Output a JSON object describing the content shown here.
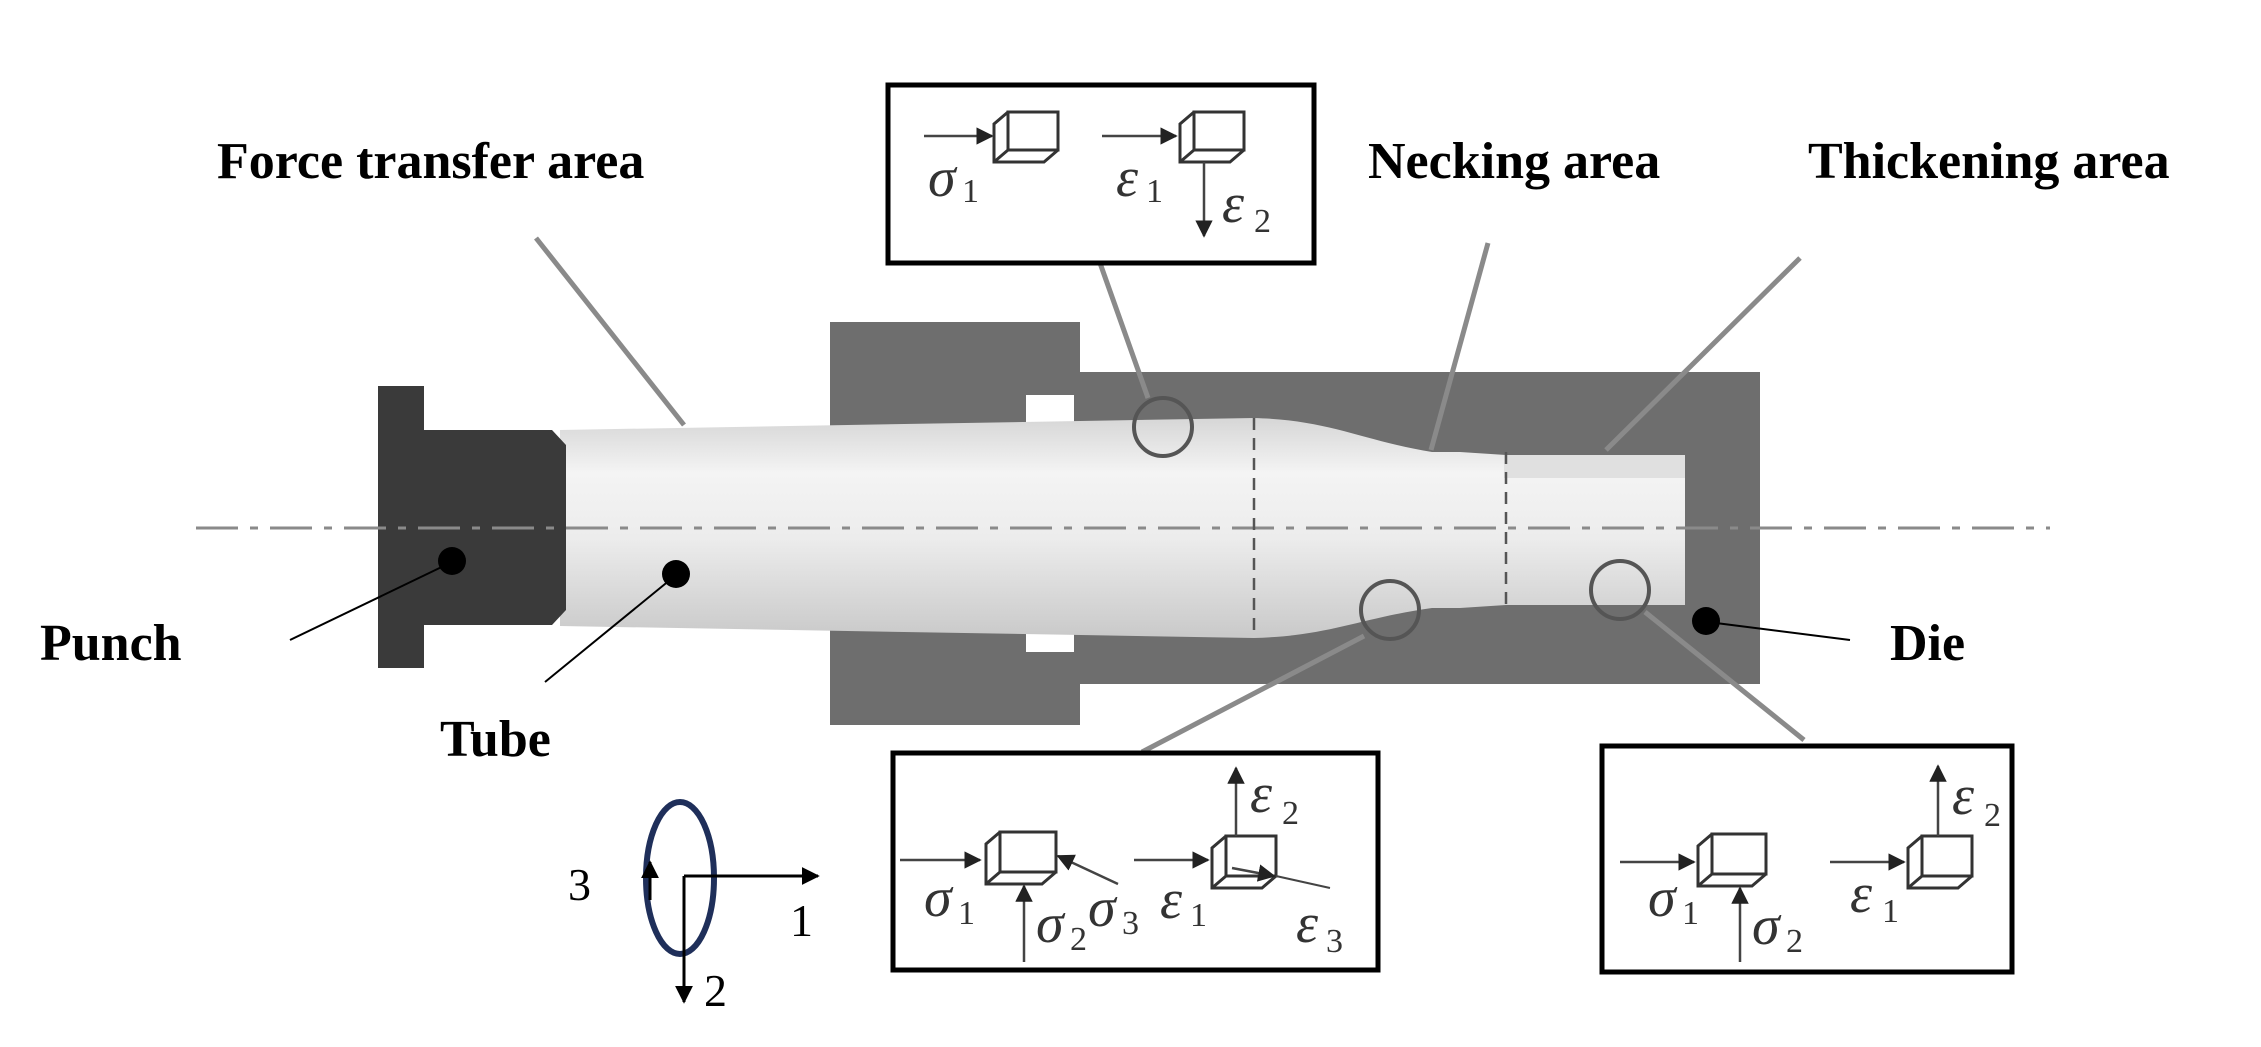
{
  "labels": {
    "force_transfer": "Force transfer area",
    "necking": "Necking area",
    "thickening": "Thickening area",
    "punch": "Punch",
    "tube": "Tube",
    "die": "Die"
  },
  "axes": {
    "a1": "1",
    "a2": "2",
    "a3": "3"
  },
  "symbols": {
    "sigma": "σ",
    "epsilon": "ε",
    "s1": "1",
    "s2": "2",
    "s3": "3"
  },
  "colors": {
    "punch": "#3a3a3a",
    "die": "#6e6e6e",
    "tube_light": "#f2f2f2",
    "tube_shade": "#cfcfcf",
    "leader": "#8a8a8a",
    "axis_ellipse": "#1f2f5a"
  }
}
